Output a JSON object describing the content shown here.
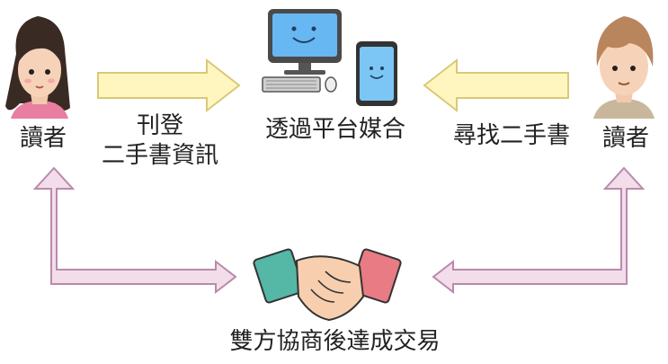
{
  "labels": {
    "reader_left": "讀者",
    "reader_right": "讀者",
    "post_line1": "刊登",
    "post_line2": "二手書資訊",
    "platform": "透過平台媒合",
    "find": "尋找二手書",
    "trade": "雙方協商後達成交易"
  },
  "colors": {
    "yellow_arrow_fill": "#FFF6BF",
    "yellow_arrow_stroke": "#D8C979",
    "pink_arrow_fill": "#F4DDEB",
    "pink_arrow_stroke": "#B98AAB",
    "screen_blue": "#67B7F3",
    "phone_blue": "#7BC6F5",
    "handshake_teal": "#55B7A6",
    "handshake_coral": "#E87B83",
    "handshake_skin": "#F7CFAF"
  },
  "icons": {
    "left_reader": "female-reader-avatar",
    "right_reader": "male-reader-avatar",
    "platform": "computer-and-phone-icon",
    "trade": "handshake-icon"
  }
}
